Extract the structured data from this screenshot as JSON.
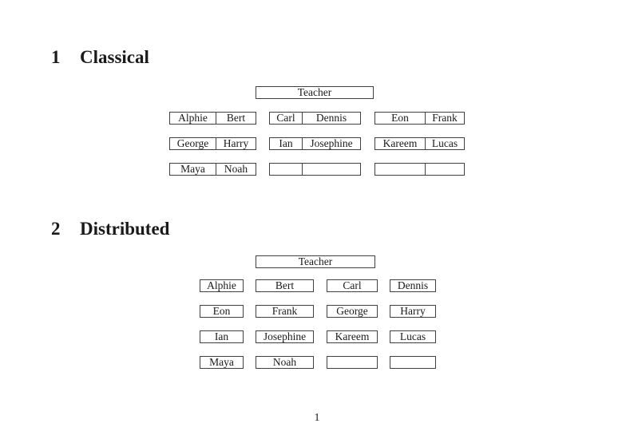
{
  "page": {
    "number": "1"
  },
  "colors": {
    "background": "#ffffff",
    "text": "#1a1a1a",
    "border": "#404040"
  },
  "sections": {
    "classical": {
      "number": "1",
      "title": "Classical",
      "teacher_label": "Teacher",
      "rows": [
        [
          [
            "Alphie",
            "Bert"
          ],
          [
            "Carl",
            "Dennis"
          ],
          [
            "Eon",
            "Frank"
          ]
        ],
        [
          [
            "George",
            "Harry"
          ],
          [
            "Ian",
            "Josephine"
          ],
          [
            "Kareem",
            "Lucas"
          ]
        ],
        [
          [
            "Maya",
            "Noah"
          ],
          [
            "",
            ""
          ],
          [
            "",
            ""
          ]
        ]
      ]
    },
    "distributed": {
      "number": "2",
      "title": "Distributed",
      "teacher_label": "Teacher",
      "rows": [
        [
          "Alphie",
          "Bert",
          "Carl",
          "Dennis"
        ],
        [
          "Eon",
          "Frank",
          "George",
          "Harry"
        ],
        [
          "Ian",
          "Josephine",
          "Kareem",
          "Lucas"
        ],
        [
          "Maya",
          "Noah",
          "",
          ""
        ]
      ]
    }
  }
}
